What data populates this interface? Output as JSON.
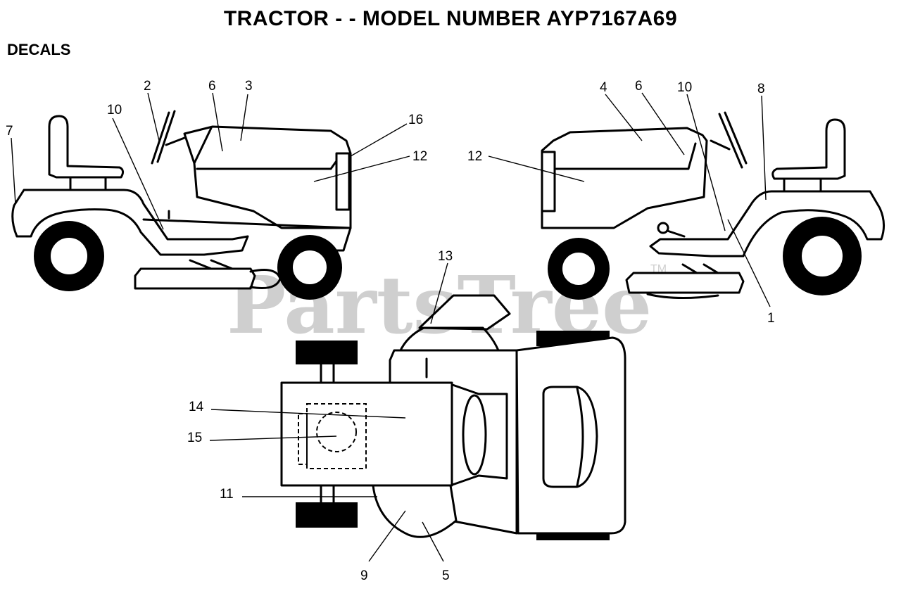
{
  "page": {
    "title": "TRACTOR - - MODEL NUMBER AYP7167A69",
    "section": "DECALS"
  },
  "watermark": {
    "text": "PartsTree",
    "mark": "TM"
  },
  "callouts": {
    "left_view": [
      "7",
      "2",
      "10",
      "6",
      "3",
      "16",
      "12"
    ],
    "right_view": [
      "12",
      "4",
      "6",
      "10",
      "8",
      "1"
    ],
    "top_view": [
      "13",
      "14",
      "15",
      "11",
      "9",
      "5"
    ]
  }
}
